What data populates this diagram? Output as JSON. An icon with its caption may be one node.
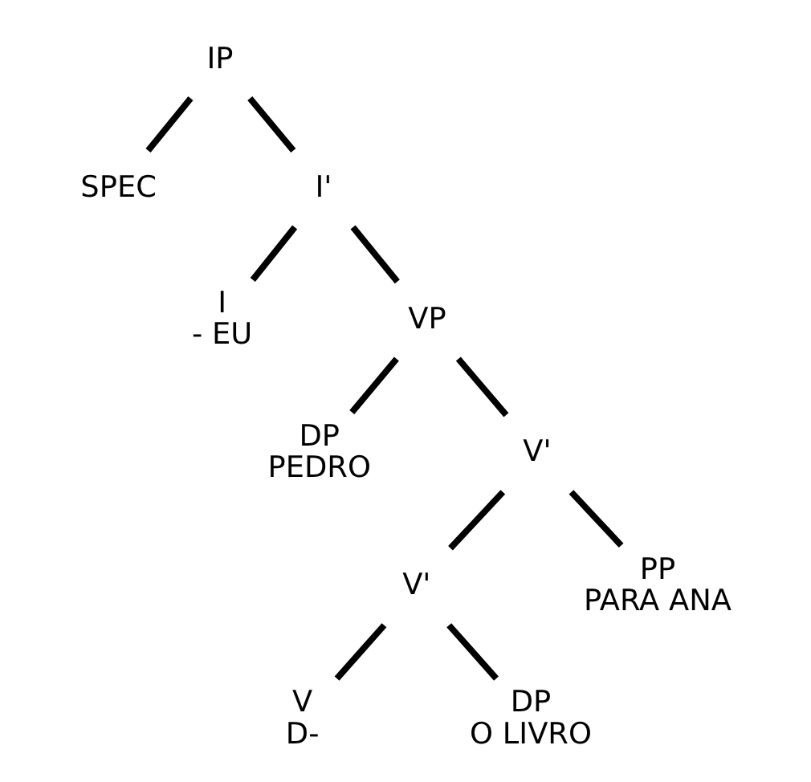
{
  "diagram": {
    "nodes": [
      {
        "text": [
          "IP"
        ]
      },
      {
        "text": [
          "SPEC"
        ]
      },
      {
        "text": [
          "I'"
        ]
      },
      {
        "text": [
          "I",
          "- EU"
        ]
      },
      {
        "text": [
          "VP"
        ]
      },
      {
        "text": [
          "DP",
          "PEDRO"
        ]
      },
      {
        "text": [
          "V'"
        ]
      },
      {
        "text": [
          "V'"
        ]
      },
      {
        "text": [
          "PP",
          "PARA ANA"
        ]
      },
      {
        "text": [
          "V",
          "D-"
        ]
      },
      {
        "text": [
          "DP",
          "O LIVRO"
        ]
      }
    ],
    "edges": [
      {
        "from": 0,
        "to": 1,
        "arrow": "none"
      },
      {
        "from": 0,
        "to": 2,
        "arrow": "none"
      },
      {
        "from": 2,
        "to": 3,
        "arrow": "none"
      },
      {
        "from": 2,
        "to": 4,
        "arrow": "none"
      },
      {
        "from": 4,
        "to": 5,
        "arrow": "none"
      },
      {
        "from": 4,
        "to": 6,
        "arrow": "none"
      },
      {
        "from": 6,
        "to": 7,
        "arrow": "none"
      },
      {
        "from": 6,
        "to": 8,
        "arrow": "none"
      },
      {
        "from": 7,
        "to": 9,
        "arrow": "none"
      },
      {
        "from": 7,
        "to": 10,
        "arrow": "none"
      }
    ]
  }
}
